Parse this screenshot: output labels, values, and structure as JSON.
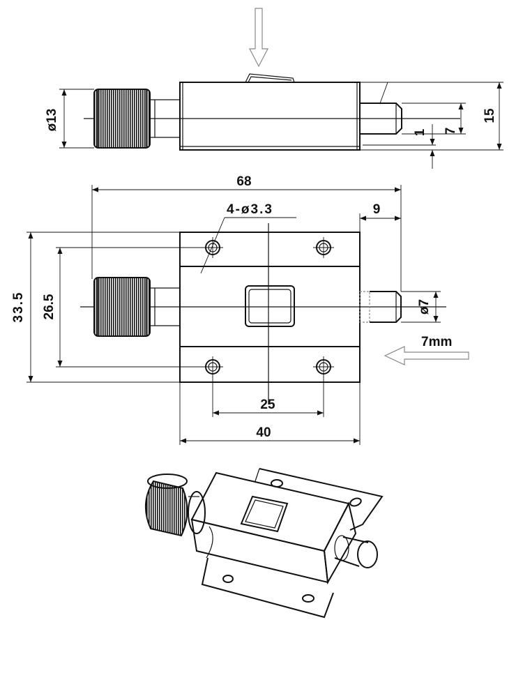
{
  "dimensions": {
    "side_knob_diameter": "ø13",
    "side_height": "15",
    "side_pin_height": "7",
    "side_offset": "1",
    "overall_length": "68",
    "hole_spec": "4-ø3.3",
    "pin_extension": "9",
    "plate_width": "33.5",
    "hole_spacing_vertical": "26.5",
    "pin_diameter": "ø7",
    "travel": "7mm",
    "hole_spacing_horizontal": "25",
    "body_length": "40"
  },
  "colors": {
    "line": "#111111",
    "background": "#ffffff",
    "arrow": "#666666"
  }
}
